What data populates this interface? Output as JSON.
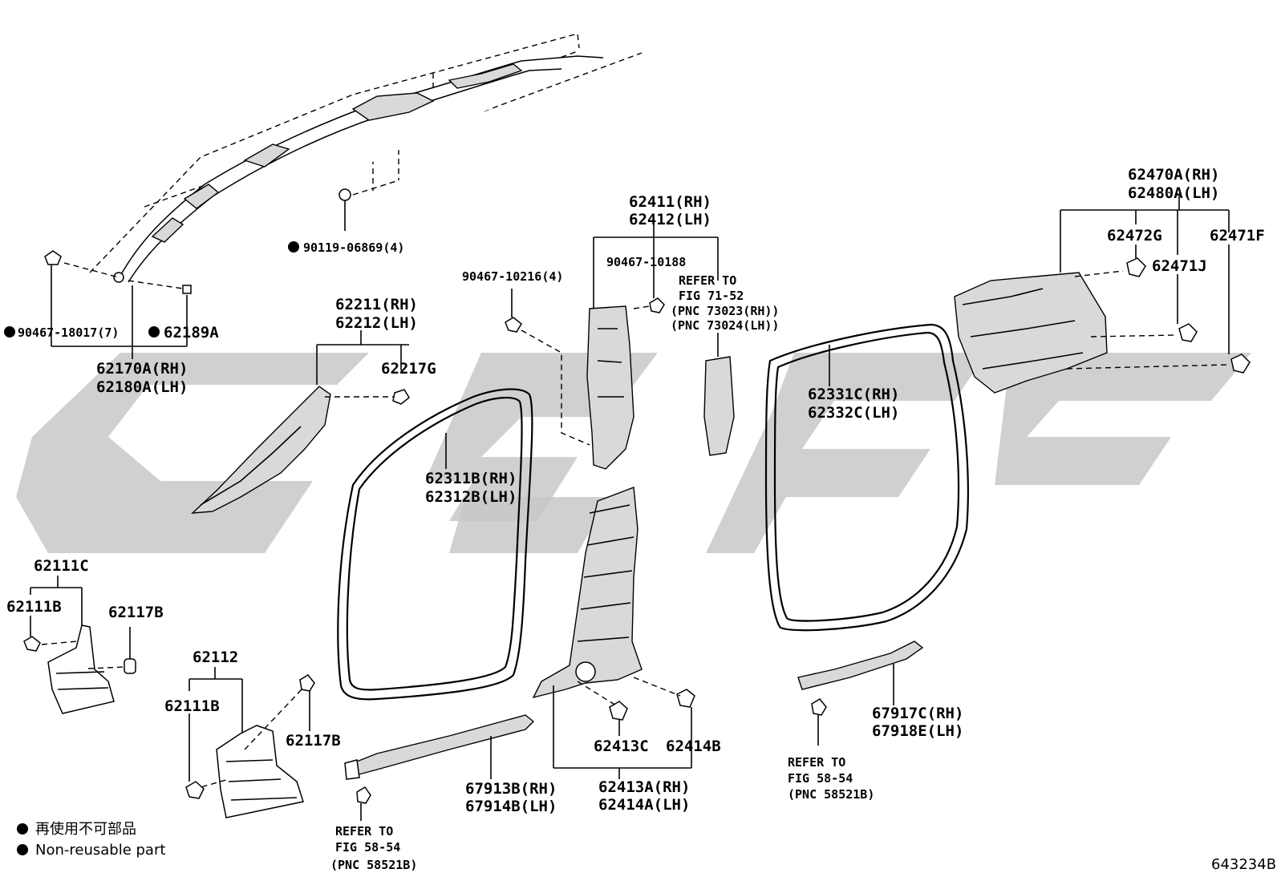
{
  "labels": {
    "l_62170": [
      "62170A(RH)",
      "62180A(LH)"
    ],
    "l_90467_18017": "90467-18017(7)",
    "l_62189A": "62189A",
    "l_90119": "90119-06869(4)",
    "l_62211": [
      "62211(RH)",
      "62212(LH)"
    ],
    "l_62217G": "62217G",
    "l_90467_10216": "90467-10216(4)",
    "l_62411": [
      "62411(RH)",
      "62412(LH)"
    ],
    "l_90467_10188": "90467-10188",
    "l_refer_71": [
      "REFER TO",
      "FIG 71-52"
    ],
    "l_pnc_73023": "(PNC 73023(RH))",
    "l_pnc_73024": "(PNC 73024(LH))",
    "l_62311": [
      "62311B(RH)",
      "62312B(LH)"
    ],
    "l_62331": [
      "62331C(RH)",
      "62332C(LH)"
    ],
    "l_62470": [
      "62470A(RH)",
      "62480A(LH)"
    ],
    "l_62472G": "62472G",
    "l_62471F": "62471F",
    "l_62471J": "62471J",
    "l_62111C": "62111C",
    "l_62111B_a": "62111B",
    "l_62117B_a": "62117B",
    "l_62112": "62112",
    "l_62111B_b": "62111B",
    "l_62117B_b": "62117B",
    "l_67913": [
      "67913B(RH)",
      "67914B(LH)"
    ],
    "l_refer_58_a": [
      "REFER TO",
      "FIG 58-54"
    ],
    "l_pnc_58521_a": "(PNC 58521B)",
    "l_62413C": "62413C",
    "l_62414B": "62414B",
    "l_62413A": [
      "62413A(RH)",
      "62414A(LH)"
    ],
    "l_67917": [
      "67917C(RH)",
      "67918E(LH)"
    ],
    "l_refer_58_b": [
      "REFER TO",
      "FIG 58-54"
    ],
    "l_pnc_58521_b": "(PNC 58521B)"
  },
  "legend": {
    "jp": "再使用不可部品",
    "en": "Non-reusable part"
  },
  "figure_code": "643234B",
  "colors": {
    "ink": "#000000",
    "watermark": "#c8c8c8",
    "part_fill": "#d9d9d9"
  }
}
